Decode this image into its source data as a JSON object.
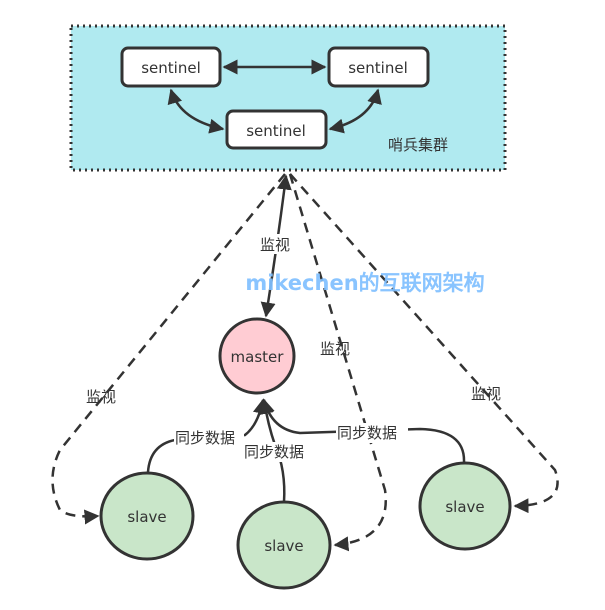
{
  "colors": {
    "cluster_fill": "#b0eaf0",
    "cluster_border": "#333333",
    "sentinel_fill": "#ffffff",
    "master_fill": "#ffccd3",
    "slave_fill": "#c9e6c9",
    "stroke": "#333333",
    "watermark": "#7fbfff"
  },
  "cluster": {
    "label": "哨兵集群",
    "sentinels": [
      "sentinel",
      "sentinel",
      "sentinel"
    ]
  },
  "master": {
    "label": "master"
  },
  "slaves": [
    "slave",
    "slave",
    "slave"
  ],
  "edges": {
    "monitor_label": "监视",
    "sync_label": "同步数据"
  },
  "watermark": "mikechen的互联网架构"
}
